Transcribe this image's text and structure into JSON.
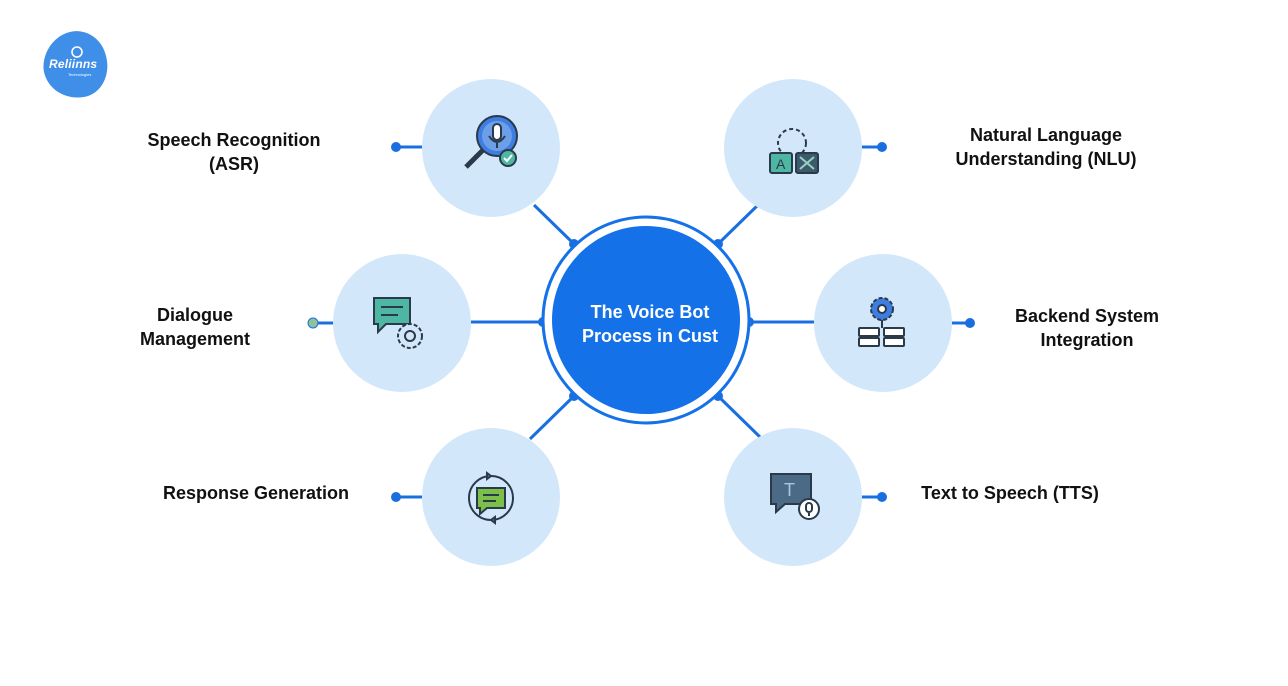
{
  "logo": {
    "text": "Reliinns",
    "subtext": "Technologies",
    "color": "#3f8fe8"
  },
  "center": {
    "title": "The Voice Bot\nProcess in Cust",
    "color": "#1571e8"
  },
  "colors": {
    "line": "#1a6fe0",
    "node_fill": "#d3e7fb",
    "icon_fill": "#4eb7a4",
    "icon_stroke": "#2a3a4a"
  },
  "steps": [
    {
      "id": "asr",
      "label": "Speech Recognition\n(ASR)",
      "icon": "microphone-magnifier-icon"
    },
    {
      "id": "nlu",
      "label": "Natural Language\nUnderstanding (NLU)",
      "icon": "language-gear-icon"
    },
    {
      "id": "dialogue",
      "label": "Dialogue\nManagement",
      "icon": "chat-gear-icon"
    },
    {
      "id": "backend",
      "label": "Backend System\nIntegration",
      "icon": "server-gear-icon"
    },
    {
      "id": "response",
      "label": "Response Generation",
      "icon": "chat-cycle-icon"
    },
    {
      "id": "tts",
      "label": "Text to Speech (TTS)",
      "icon": "text-speech-icon"
    }
  ]
}
